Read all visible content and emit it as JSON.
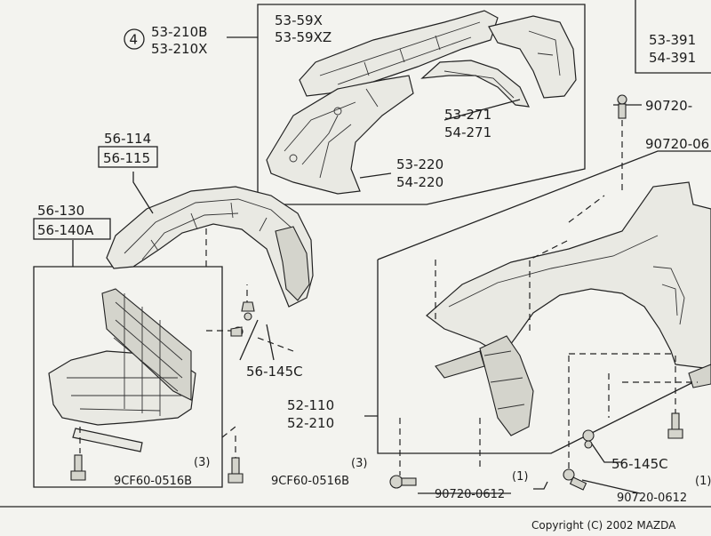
{
  "callout_number": "4",
  "labels": {
    "p53_210b": "53-210B",
    "p53_210x": "53-210X",
    "p53_59x": "53-59X",
    "p53_59xz": "53-59XZ",
    "p53_391": "53-391",
    "p54_391": "54-391",
    "p90720_top": "90720-",
    "p90720_06": "90720-06",
    "p53_271": "53-271",
    "p54_271": "54-271",
    "p53_220": "53-220",
    "p54_220": "54-220",
    "p56_114": "56-114",
    "p56_115": "56-115",
    "p56_130": "56-130",
    "p56_140a": "56-140A",
    "p56_145c_left": "56-145C",
    "p52_110": "52-110",
    "p52_210": "52-210",
    "qty_left": "(3)",
    "p9cf60_left": "9CF60-0516B",
    "qty_mid": "(3)",
    "p9cf60_mid": "9CF60-0516B",
    "qty_bolt_mid": "(1)",
    "p90720_0612_mid": "90720-0612",
    "qty_bolt_right": "(1)",
    "p90720_0612_right": "90720-0612",
    "p56_145c_right": "56-145C"
  },
  "copyright": "Copyright (C) 2002 MAZDA"
}
